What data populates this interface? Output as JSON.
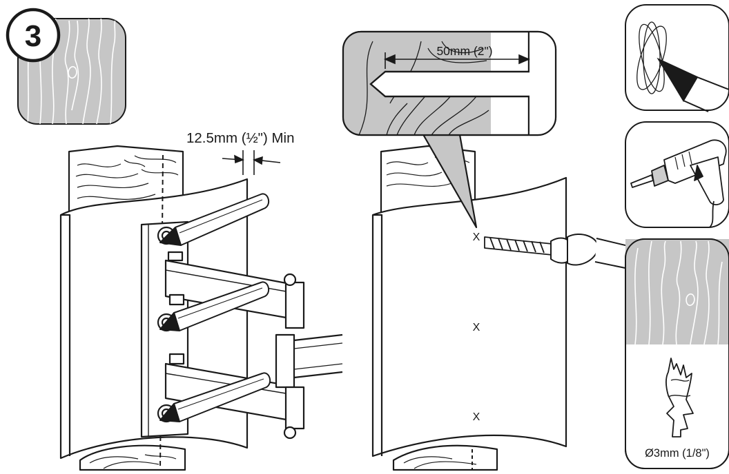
{
  "step": {
    "number": "3"
  },
  "labels": {
    "min_clearance": "12.5mm (½\") Min",
    "drill_depth": "50mm (2\")",
    "drill_bit_size": "Ø3mm (1/8\")",
    "drill_mark": "X"
  },
  "tools": {
    "panel_1_icon": "pencil-marking-icon",
    "panel_2_icon": "power-drill-icon",
    "panel_3_icon": "wood-drill-bit-icon"
  },
  "colors": {
    "line": "#1a1a1a",
    "wood_gray": "#c6c6c6",
    "background": "#ffffff"
  }
}
